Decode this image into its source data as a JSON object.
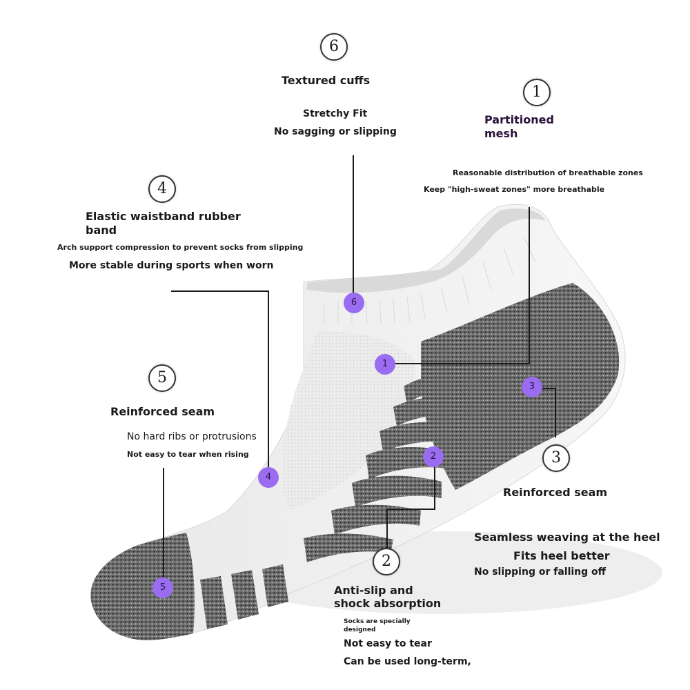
{
  "colors": {
    "marker": "#9a6cf0",
    "text": "#1a1a1a",
    "sock_white": "#f1f1f1",
    "sock_gray": "#6f6f6f"
  },
  "icons": [
    "sock-illustration"
  ],
  "callouts": {
    "c1": {
      "num": "1",
      "title": "Partitioned mesh",
      "lines": [
        "Reasonable distribution of breathable zones",
        "Keep \"high-sweat zones\" more breathable"
      ]
    },
    "c2": {
      "num": "2",
      "title_line1": "Anti-slip and",
      "title_line2": "shock absorption",
      "small_line1": "Socks are specially",
      "small_line2": "designed",
      "lines": [
        "Not easy to tear",
        "Can be used long-term,"
      ]
    },
    "c3": {
      "num": "3",
      "title": "Reinforced seam",
      "lines": [
        "Seamless weaving at the heel",
        "Fits heel better",
        "No slipping or falling off"
      ]
    },
    "c4": {
      "num": "4",
      "title_line1": "Elastic waistband rubber",
      "title_line2": "band",
      "lines": [
        "Arch support compression to prevent socks from slipping",
        "More stable during sports when worn"
      ]
    },
    "c5": {
      "num": "5",
      "title": "Reinforced seam",
      "lines": [
        "No hard ribs or protrusions",
        "Not easy to tear when rising"
      ]
    },
    "c6": {
      "num": "6",
      "title": "Textured cuffs",
      "lines": [
        "Stretchy Fit",
        "No sagging or slipping"
      ]
    }
  },
  "markers": [
    "1",
    "2",
    "3",
    "4",
    "5",
    "6"
  ]
}
